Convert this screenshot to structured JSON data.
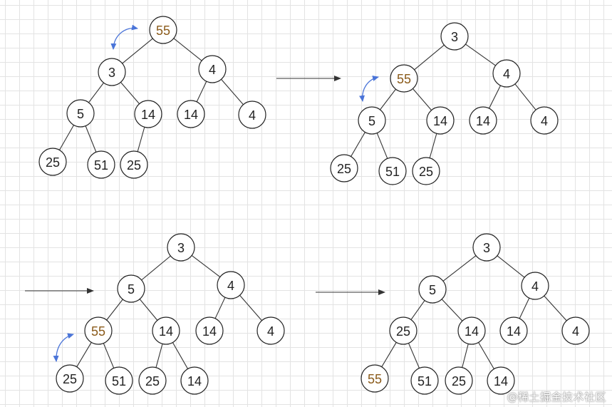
{
  "colors": {
    "node_text": "#222222",
    "highlight_text": "#8a5a19",
    "swap_arrow": "#4a74d8",
    "grid": "#e3e3e3"
  },
  "trees": [
    {
      "highlight_node": 0,
      "swap_pair": [
        0,
        1
      ],
      "nodes": [
        {
          "label": "55"
        },
        {
          "label": "3"
        },
        {
          "label": "4"
        },
        {
          "label": "5"
        },
        {
          "label": "14"
        },
        {
          "label": "14"
        },
        {
          "label": "4"
        },
        {
          "label": "25"
        },
        {
          "label": "51"
        },
        {
          "label": "25"
        }
      ]
    },
    {
      "highlight_node": 1,
      "swap_pair": [
        1,
        3
      ],
      "nodes": [
        {
          "label": "3"
        },
        {
          "label": "55"
        },
        {
          "label": "4"
        },
        {
          "label": "5"
        },
        {
          "label": "14"
        },
        {
          "label": "14"
        },
        {
          "label": "4"
        },
        {
          "label": "25"
        },
        {
          "label": "51"
        },
        {
          "label": "25"
        }
      ]
    },
    {
      "highlight_node": 3,
      "swap_pair": [
        3,
        7
      ],
      "nodes": [
        {
          "label": "3"
        },
        {
          "label": "5"
        },
        {
          "label": "4"
        },
        {
          "label": "55"
        },
        {
          "label": "14"
        },
        {
          "label": "14"
        },
        {
          "label": "4"
        },
        {
          "label": "25"
        },
        {
          "label": "51"
        },
        {
          "label": "25"
        },
        {
          "label": "14"
        }
      ]
    },
    {
      "highlight_node": 7,
      "swap_pair": null,
      "nodes": [
        {
          "label": "3"
        },
        {
          "label": "5"
        },
        {
          "label": "4"
        },
        {
          "label": "25"
        },
        {
          "label": "14"
        },
        {
          "label": "14"
        },
        {
          "label": "4"
        },
        {
          "label": "55"
        },
        {
          "label": "51"
        },
        {
          "label": "25"
        },
        {
          "label": "14"
        }
      ]
    }
  ],
  "watermark": "@稀土掘金技术社区"
}
